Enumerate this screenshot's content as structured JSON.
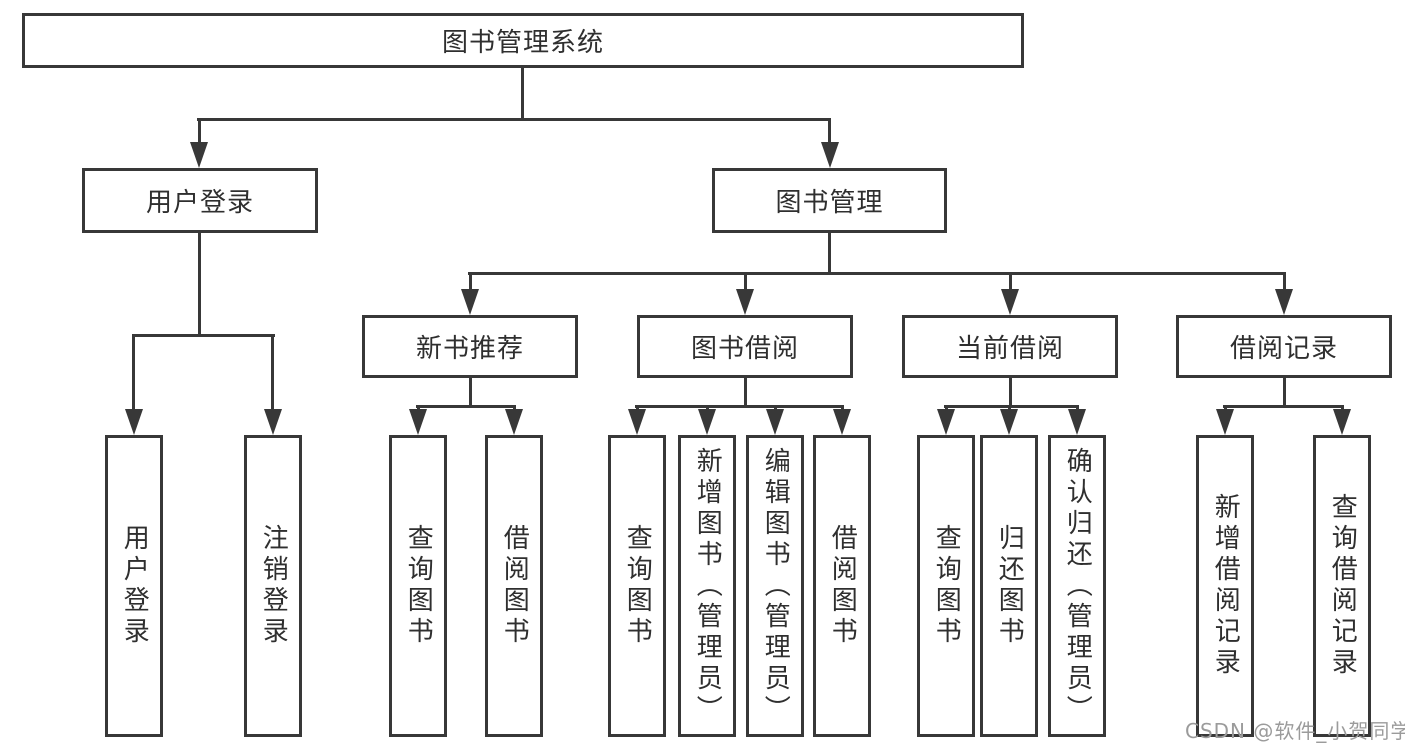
{
  "diagram": {
    "root": {
      "label": "图书管理系统"
    },
    "branches": [
      {
        "label": "用户登录",
        "children": [
          {
            "label": "用户登录"
          },
          {
            "label": "注销登录"
          }
        ]
      },
      {
        "label": "图书管理",
        "sections": [
          {
            "label": "新书推荐",
            "children": [
              {
                "label": "查询图书"
              },
              {
                "label": "借阅图书"
              }
            ]
          },
          {
            "label": "图书借阅",
            "children": [
              {
                "label": "查询图书"
              },
              {
                "label": "新增图书（管理员）"
              },
              {
                "label": "编辑图书（管理员）"
              },
              {
                "label": "借阅图书"
              }
            ]
          },
          {
            "label": "当前借阅",
            "children": [
              {
                "label": "查询图书"
              },
              {
                "label": "归还图书"
              },
              {
                "label": "确认归还（管理员）"
              }
            ]
          },
          {
            "label": "借阅记录",
            "children": [
              {
                "label": "新增借阅记录"
              },
              {
                "label": "查询借阅记录"
              }
            ]
          }
        ]
      }
    ]
  },
  "watermark": {
    "text": "CSDN @软件_小贺同学"
  },
  "colors": {
    "line": "#383838",
    "text": "#2f2f2f",
    "watermark": "#9b9b9b",
    "background": "#ffffff"
  }
}
